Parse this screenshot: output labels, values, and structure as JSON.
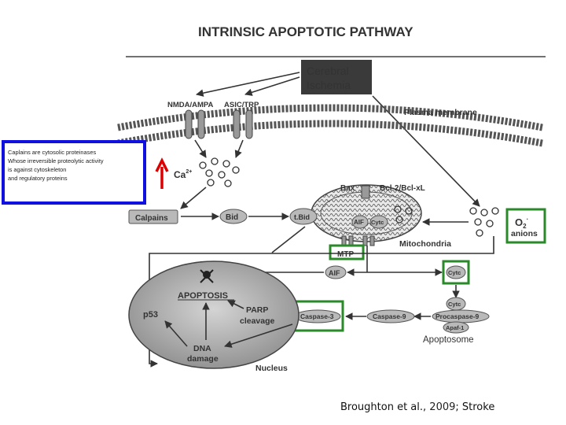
{
  "title": "INTRINSIC APOPTOTIC PATHWAY",
  "trigger": {
    "line1": "Cerebral",
    "line2": "Ischemia"
  },
  "receptors": {
    "nmda": "NMDA/AMPA",
    "asic": "ASIC/TRP"
  },
  "membrane_label": "Plasma membrane",
  "callout": {
    "lines": [
      "Caplains are cytosolic proteinases",
      "Whose irreversible  proteolytic activity",
      "is against cytoskeleton",
      "and regulatory proteins"
    ]
  },
  "calcium": {
    "base": "Ca",
    "sup": "2+"
  },
  "proteins": {
    "calpains": "Calpains",
    "bid": "Bid",
    "tbid": "t.Bid",
    "bax": "Bax",
    "bcl": "Bcl-2/Bcl-xL",
    "aif_mito": "AIF",
    "cytc_mito": "Cytc",
    "mtp": "MTP",
    "aif": "AIF",
    "cytc": "Cytc",
    "cytc_apop": "Cytc",
    "procaspase9": "Procaspase-9",
    "apaf1": "Apaf-1",
    "caspase9": "Caspase-9",
    "caspase3": "Caspase-3"
  },
  "organelles": {
    "mitochondria": "Mitochondria",
    "apoptosome": "Apoptosome",
    "nucleus": "Nucleus"
  },
  "superoxide": {
    "o": "O",
    "sub": "2",
    "sup": "·",
    "anions": "anions"
  },
  "nucleus_labels": {
    "apoptosis": "APOPTOSIS",
    "p53": "p53",
    "parp1": "PARP",
    "parp2": "cleavage",
    "dna1": "DNA",
    "dna2": "damage"
  },
  "citation": {
    "authors": "Broughton et al., ",
    "year": "2009",
    "journal": "; Stroke"
  },
  "colors": {
    "callout_border": "#1010e0",
    "highlight_border": "#2a8a2a",
    "up_arrow": "#dd0000",
    "protein_fill": "#b9b9b9"
  }
}
